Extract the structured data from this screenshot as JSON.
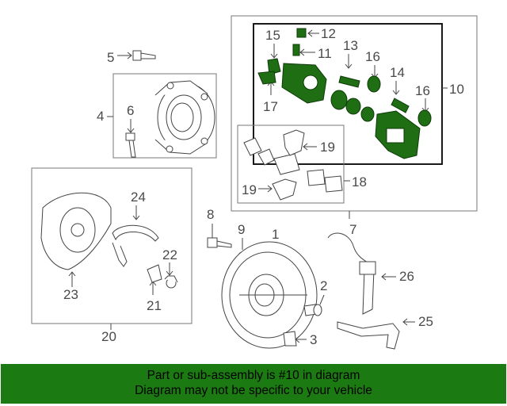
{
  "callouts": {
    "c1": "1",
    "c2": "2",
    "c3": "3",
    "c4": "4",
    "c5": "5",
    "c6": "6",
    "c7": "7",
    "c8": "8",
    "c9": "9",
    "c10": "10",
    "c11": "11",
    "c12": "12",
    "c13": "13",
    "c14": "14",
    "c15": "15",
    "c16a": "16",
    "c16b": "16",
    "c17": "17",
    "c18": "18",
    "c19a": "19",
    "c19b": "19",
    "c20": "20",
    "c21": "21",
    "c22": "22",
    "c23": "23",
    "c24": "24",
    "c25": "25",
    "c26": "26"
  },
  "banner": {
    "line1": "Part or sub-assembly is #10 in diagram",
    "line2": "Diagram may not be specific to your vehicle"
  },
  "colors": {
    "highlight": "#1f6e14",
    "banner": "#1c7a12"
  }
}
